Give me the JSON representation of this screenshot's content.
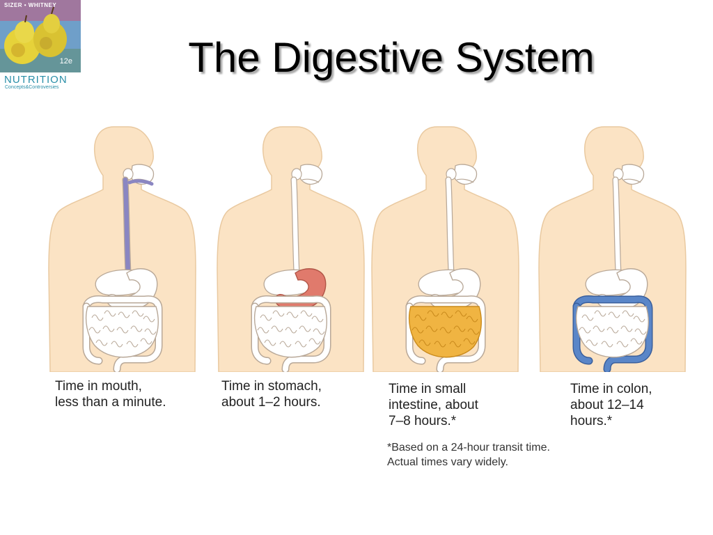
{
  "logo": {
    "authors": "SIZER • WHITNEY",
    "edition": "12e",
    "title": "NUTRITION",
    "subtitle": "Concepts&Controversies"
  },
  "slide": {
    "title": "The Digestive System"
  },
  "panels": [
    {
      "caption": "Time in mouth,\nless than a minute.",
      "highlight": "esophagus",
      "color": "#8a86c2"
    },
    {
      "caption": "Time in stomach,\nabout 1–2 hours.",
      "highlight": "stomach",
      "color": "#e07a6c"
    },
    {
      "caption": "Time in small\nintestine, about\n7–8 hours.*",
      "highlight": "small-intestine",
      "color": "#f0b442"
    },
    {
      "caption": "Time in colon,\nabout 12–14\nhours.*",
      "highlight": "colon",
      "color": "#5a86c8"
    }
  ],
  "footnote": "*Based on a 24-hour transit time.\n Actual times vary widely.",
  "colors": {
    "skin": "#fbe3c4",
    "skin_outline": "#e9c9a0",
    "organ_outline": "#b8a898",
    "organ_fill": "#ffffff"
  }
}
